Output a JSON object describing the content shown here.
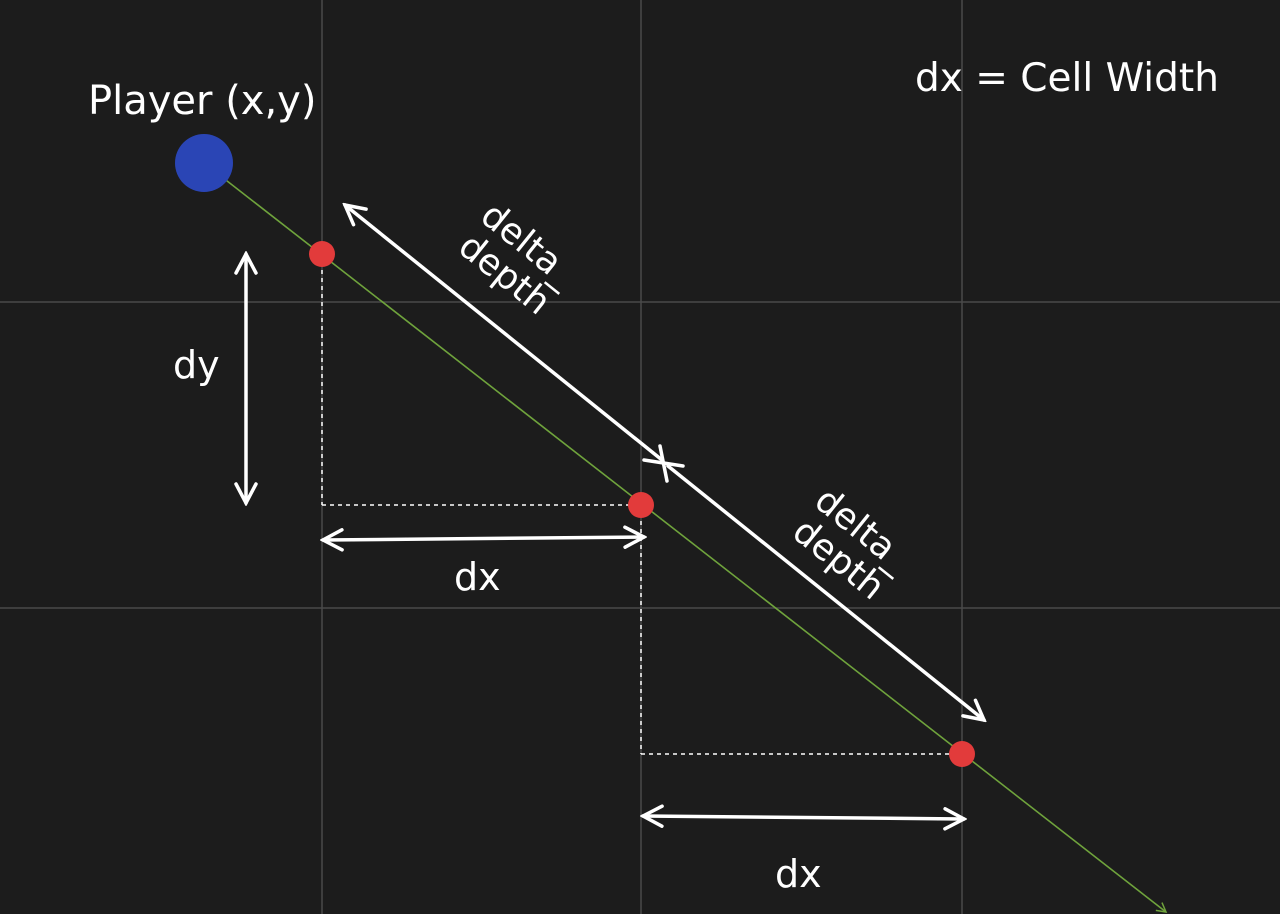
{
  "labels": {
    "legend": "dx = Cell Width",
    "player": "Player (x,y)",
    "dy": "dy",
    "dx_upper": "dx",
    "dx_lower": "dx",
    "delta_depth_1_line1": "delta_",
    "delta_depth_1_line2": "depth",
    "delta_depth_2_line1": "delta_",
    "delta_depth_2_line2": "depth"
  },
  "colors": {
    "background": "#1c1c1c",
    "grid": "#4a4a4a",
    "ray": "#6fa33c",
    "player": "#2a45b5",
    "intersection": "#e23b3b",
    "annotation": "#ffffff"
  }
}
